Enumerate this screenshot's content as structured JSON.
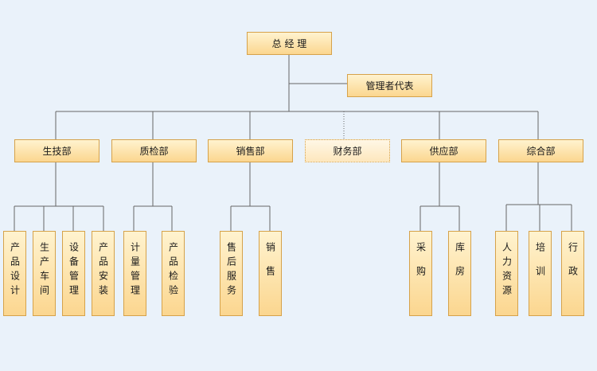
{
  "top": {
    "label": "总 经 理"
  },
  "rep": {
    "label": "管理者代表"
  },
  "departments": [
    {
      "label": "生技部",
      "units": [
        "产品设计",
        "生产车间",
        "设备管理",
        "产品安装"
      ]
    },
    {
      "label": "质检部",
      "units": [
        "计量管理",
        "产品检验"
      ]
    },
    {
      "label": "销售部",
      "units": [
        "售后服务",
        "销售"
      ]
    },
    {
      "label": "财务部",
      "units": []
    },
    {
      "label": "供应部",
      "units": [
        "采购",
        "库房"
      ]
    },
    {
      "label": "综合部",
      "units": [
        "人力资源",
        "培训",
        "行政"
      ]
    }
  ],
  "colors": {
    "line": "#555555",
    "box_border": "#d6a24a",
    "box_fill": "#fbd68f",
    "bg": "#eaf2fa"
  }
}
